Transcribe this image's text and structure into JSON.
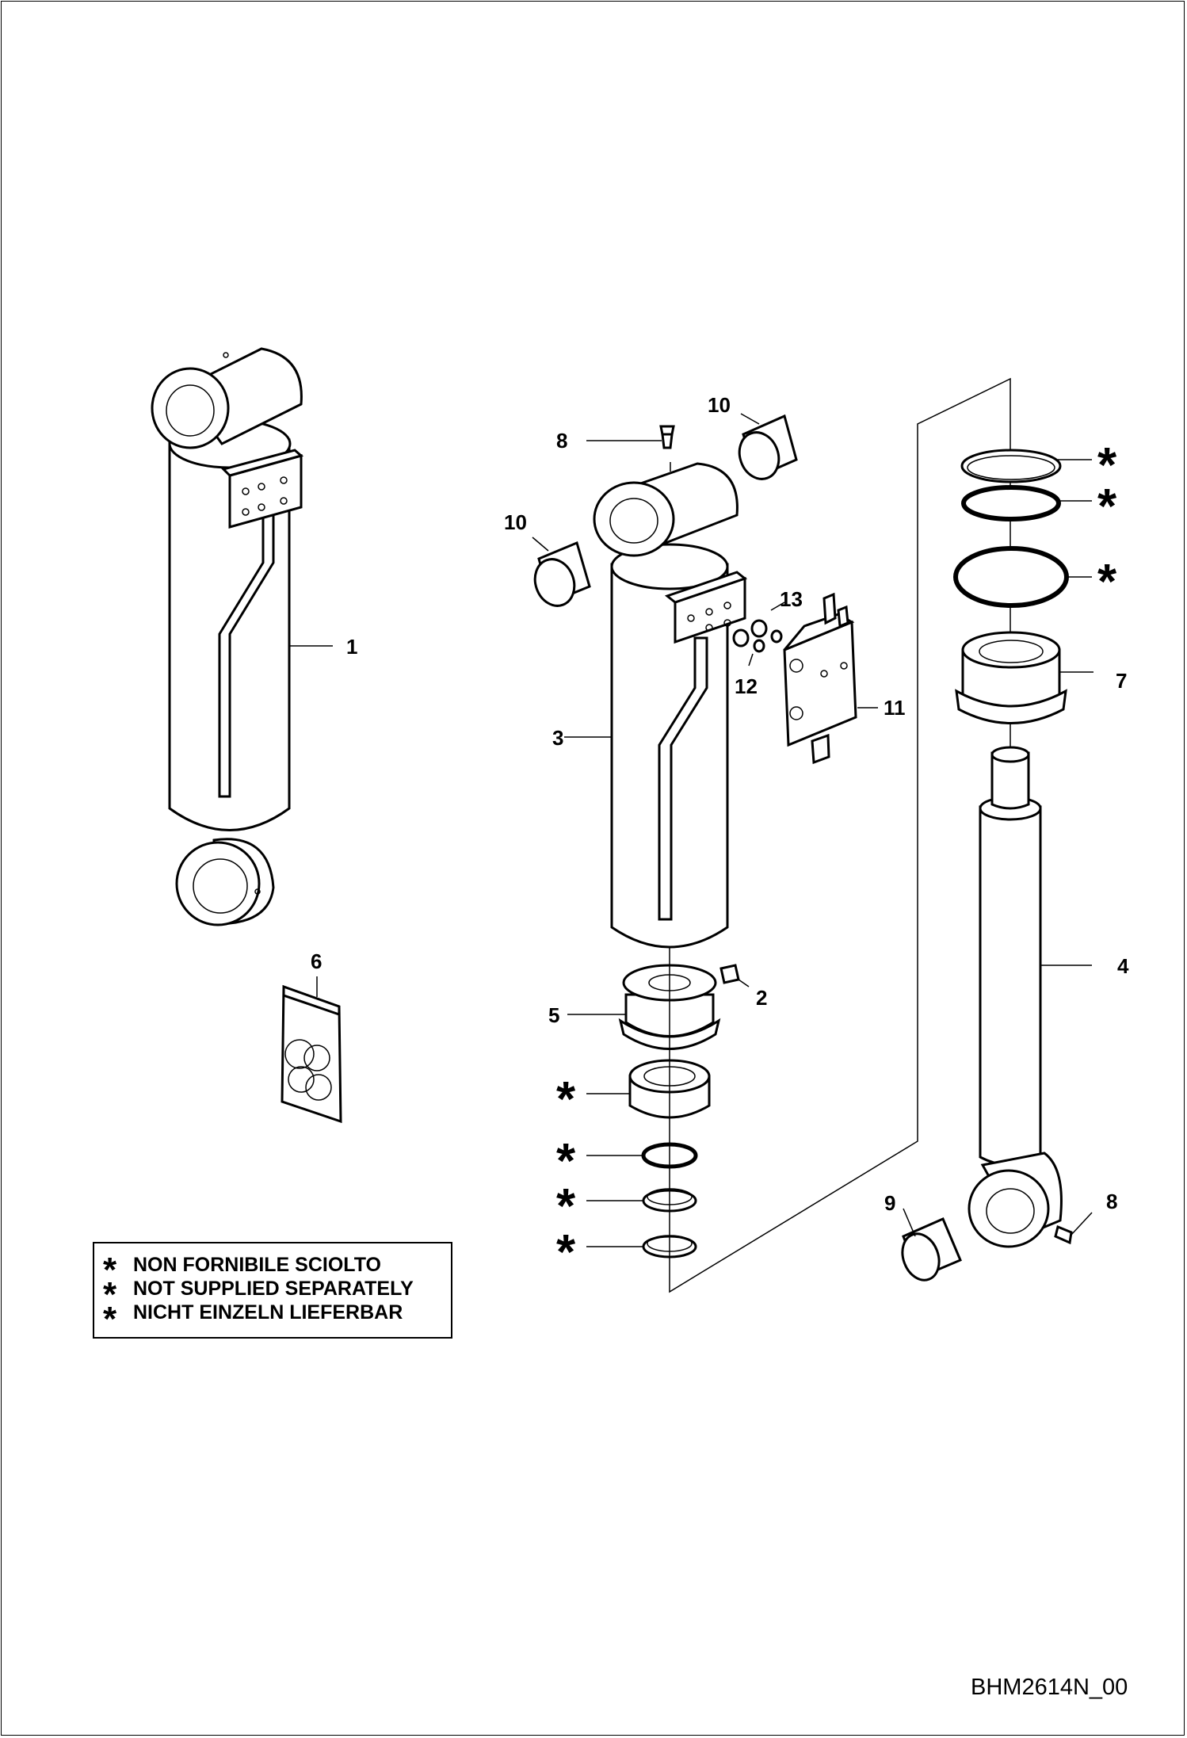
{
  "diagram": {
    "callouts": {
      "c1": "1",
      "c2": "2",
      "c3": "3",
      "c4": "4",
      "c5": "5",
      "c6": "6",
      "c7": "7",
      "c8a": "8",
      "c8b": "8",
      "c9": "9",
      "c10a": "10",
      "c10b": "10",
      "c11": "11",
      "c12": "12",
      "c13": "13"
    },
    "star_symbol": "*",
    "legend": {
      "line1": "NON FORNIBILE SCIOLTO",
      "line2": "NOT SUPPLIED SEPARATELY",
      "line3": "NICHT EINZELN LIEFERBAR"
    },
    "drawing_code": "BHM2614N_00"
  }
}
